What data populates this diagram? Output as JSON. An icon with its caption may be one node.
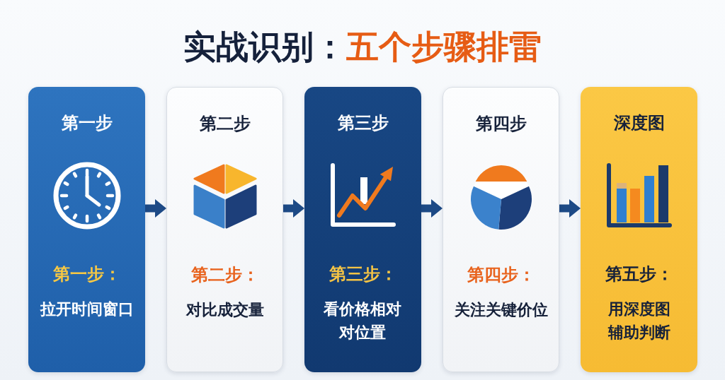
{
  "diagram": {
    "title": "实战识别：**五个步骤排雷**",
    "nodes": [
      {
        "text": [
          "第一步",
          "第一步：",
          "拉开时间窗口"
        ]
      },
      {
        "text": [
          "第二步",
          "第二步：",
          "对比成交量"
        ]
      },
      {
        "text": [
          "第三步",
          "第三步：",
          "看价格相对对位置"
        ]
      },
      {
        "text": [
          "第四步",
          "第四步：",
          "关注关键价位"
        ]
      },
      {
        "text": [
          "深度图",
          "第五步：",
          "用深度图辅助判断"
        ]
      }
    ],
    "edges": [
      {
        "from": 0,
        "to": 1,
        "arrow": "to"
      },
      {
        "from": 1,
        "to": 2,
        "arrow": "to"
      },
      {
        "from": 2,
        "to": 3,
        "arrow": "to"
      },
      {
        "from": 3,
        "to": 4,
        "arrow": "to"
      }
    ]
  }
}
